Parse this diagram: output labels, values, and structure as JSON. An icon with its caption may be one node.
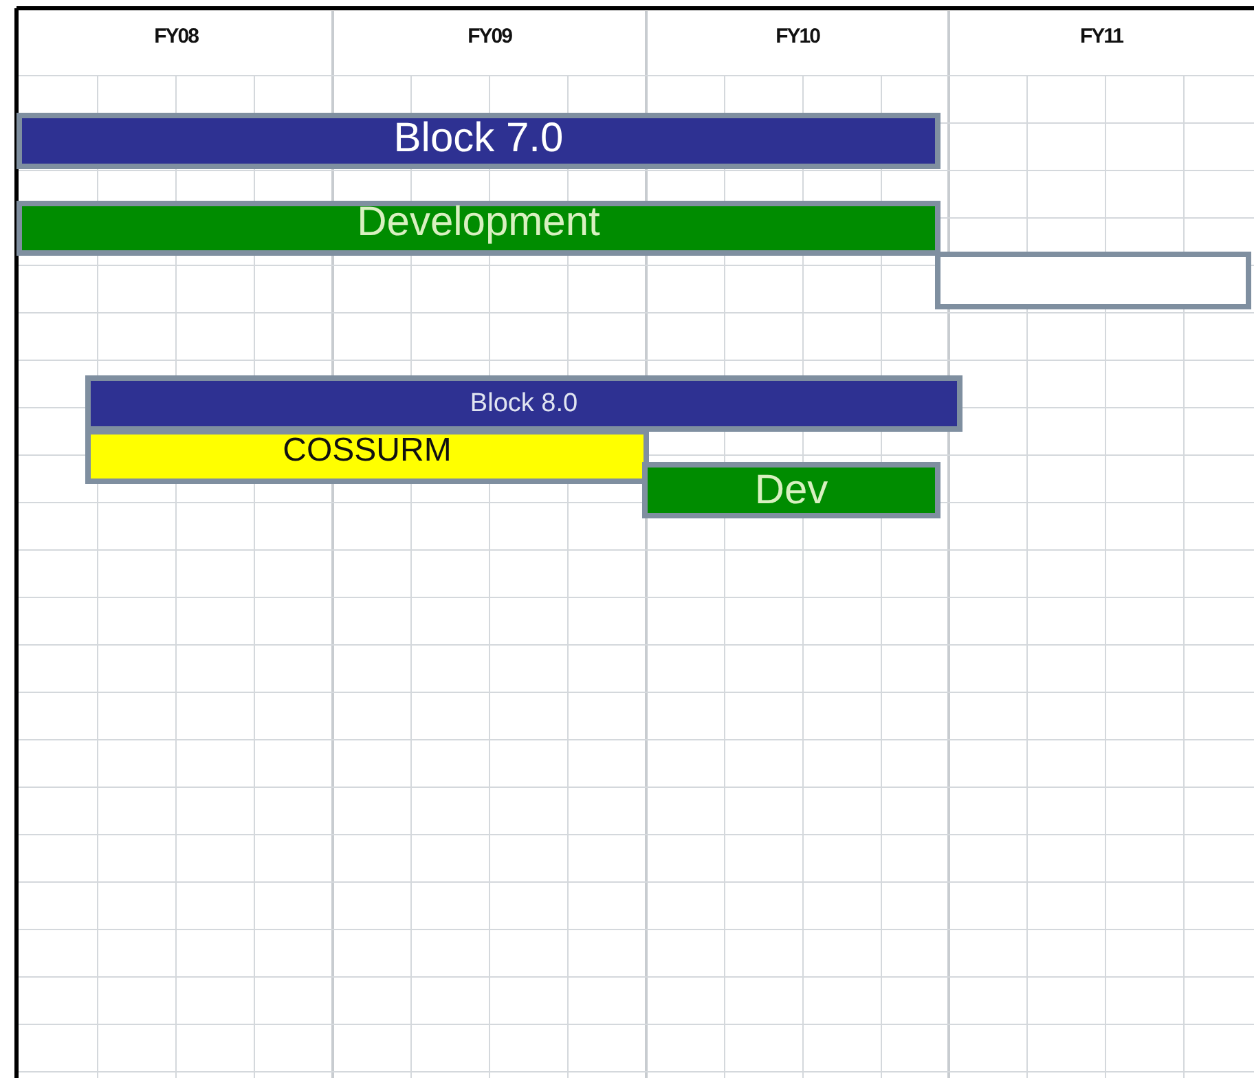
{
  "diagram": {
    "nodes": [
      {
        "text": [
          "Block 7.0"
        ]
      },
      {
        "text": [
          "Development"
        ]
      },
      {
        "text": [],
        "shape": "box"
      },
      {
        "text": [
          "Block 8.0"
        ]
      },
      {
        "text": [
          "COSSURM"
        ]
      },
      {
        "text": [
          "Dev"
        ]
      }
    ],
    "labels": [
      "FY08",
      "FY09",
      "FY10",
      "FY11"
    ]
  }
}
